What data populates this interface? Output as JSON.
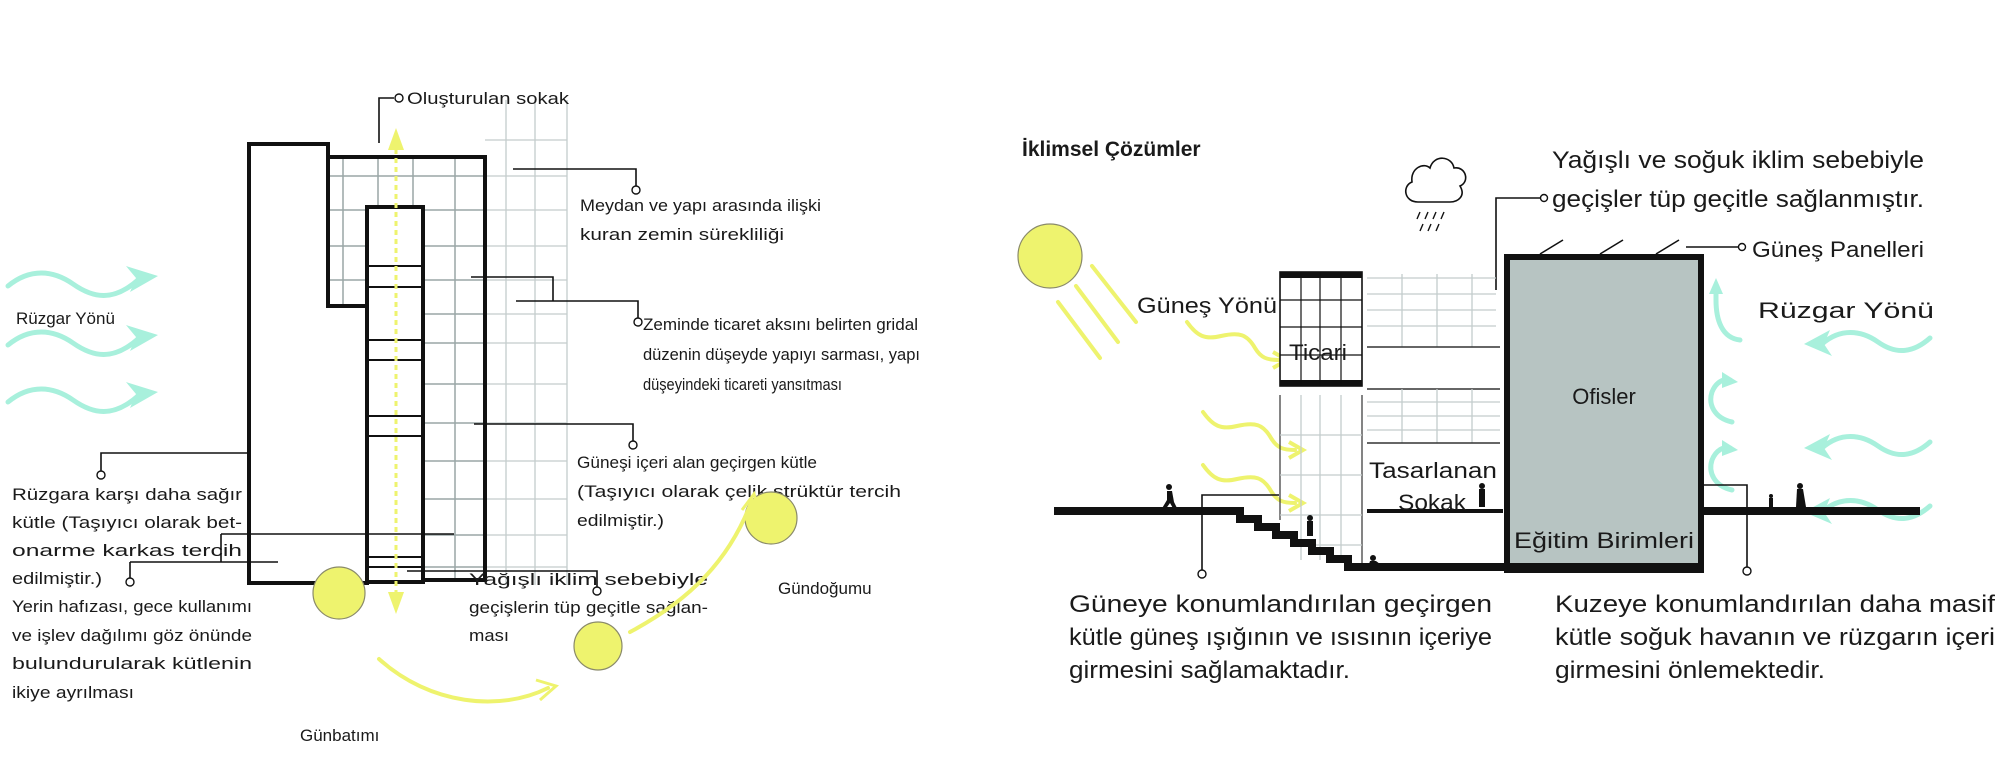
{
  "left_plan": {
    "street_label": "Oluşturulan sokak",
    "wind_label": "Rüzgar Yönü",
    "ground_continuity": [
      "Meydan ve yapı arasında ilişki",
      "kuran zemin sürekliliği"
    ],
    "grid_note": [
      "Zeminde ticaret aksını belirten gridal",
      "düzenin düşeyde yapıyı sarması, yapı",
      "düşeyindeki ticareti yansıtması"
    ],
    "permeable_mass": [
      "Güneşi içeri alan geçirgen kütle",
      "(Taşıyıcı olarak çelik strüktür tercih",
      "edilmiştir.)"
    ],
    "solid_mass": [
      "Rüzgara karşı daha sağır",
      "kütle (Taşıyıcı olarak bet-",
      "onarme karkas tercih",
      "edilmiştir.)"
    ],
    "split_note": [
      "Yerin hafızası, gece kullanımı",
      "ve işlev dağılımı göz önünde",
      "bulundurularak kütlenin",
      "ikiye ayrılması"
    ],
    "tube_note": [
      "Yağışlı iklim sebebiyle",
      "geçişlerin tüp geçitle sağlan-",
      "ması"
    ],
    "sunset_label": "Günbatımı",
    "sunrise_label": "Gündoğumu"
  },
  "right_section": {
    "title": "İklimsel Çözümler",
    "rain_note": [
      "Yağışlı ve soğuk iklim sebebiyle",
      "geçişler tüp geçitle sağlanmıştır."
    ],
    "solar_panels_label": "Güneş Panelleri",
    "sun_direction_label": "Güneş Yönü",
    "wind_label": "Rüzgar Yönü",
    "commercial_label": "Ticari",
    "street_label": [
      "Tasarlanan",
      "Sokak"
    ],
    "offices_label": "Ofisler",
    "education_label": "Eğitim Birimleri",
    "south_note": [
      "Güneye konumlandırılan geçirgen",
      "kütle güneş ışığının ve ısısının içeriye",
      "girmesini sağlamaktadır."
    ],
    "north_note": [
      "Kuzeye konumlandırılan daha masif",
      "kütle soğuk havanın ve rüzgarın içeri",
      "girmesini önlemektedir."
    ]
  },
  "colors": {
    "wind": "#a8f0dc",
    "sun": "#eef36e",
    "mass_fill": "#b7c4c2",
    "line": "#111111"
  }
}
